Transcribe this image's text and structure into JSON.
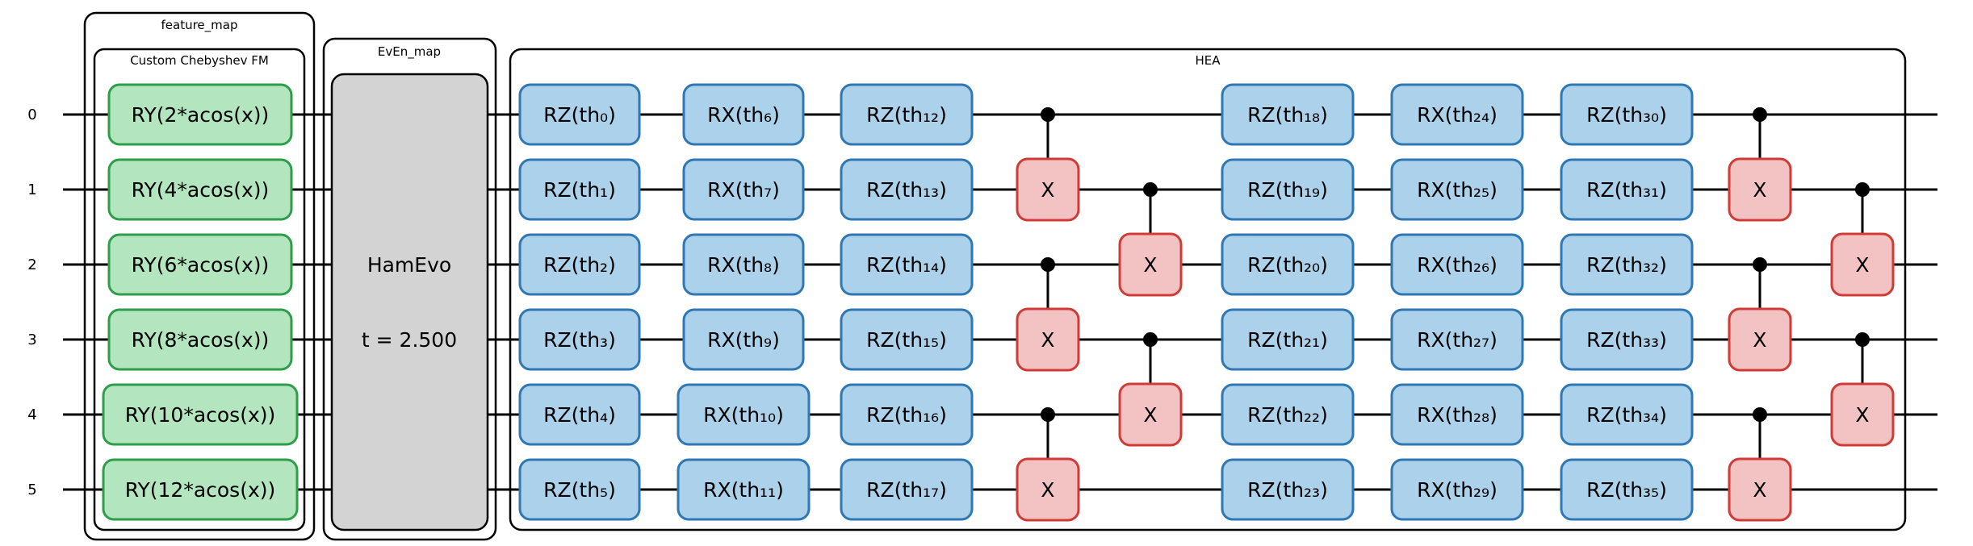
{
  "qubit_labels": [
    "0",
    "1",
    "2",
    "3",
    "4",
    "5"
  ],
  "blocks": {
    "feature_map": "feature_map",
    "custom_chebyshev": "Custom Chebyshev FM",
    "even_map": "EvEn_map",
    "hea": "HEA"
  },
  "feature_gates": [
    "RY(2*acos(x))",
    "RY(4*acos(x))",
    "RY(6*acos(x))",
    "RY(8*acos(x))",
    "RY(10*acos(x))",
    "RY(12*acos(x))"
  ],
  "hamevo": {
    "name": "HamEvo",
    "time": "t = 2.500"
  },
  "hea_rotations": [
    [
      "RZ(th₀)",
      "RZ(th₁)",
      "RZ(th₂)",
      "RZ(th₃)",
      "RZ(th₄)",
      "RZ(th₅)"
    ],
    [
      "RX(th₆)",
      "RX(th₇)",
      "RX(th₈)",
      "RX(th₉)",
      "RX(th₁₀)",
      "RX(th₁₁)"
    ],
    [
      "RZ(th₁₂)",
      "RZ(th₁₃)",
      "RZ(th₁₄)",
      "RZ(th₁₅)",
      "RZ(th₁₆)",
      "RZ(th₁₇)"
    ],
    [
      "RZ(th₁₈)",
      "RZ(th₁₉)",
      "RZ(th₂₀)",
      "RZ(th₂₁)",
      "RZ(th₂₂)",
      "RZ(th₂₃)"
    ],
    [
      "RX(th₂₄)",
      "RX(th₂₅)",
      "RX(th₂₆)",
      "RX(th₂₇)",
      "RX(th₂₈)",
      "RX(th₂₉)"
    ],
    [
      "RZ(th₃₀)",
      "RZ(th₃₁)",
      "RZ(th₃₂)",
      "RZ(th₃₃)",
      "RZ(th₃₄)",
      "RZ(th₃₅)"
    ]
  ],
  "cnot_label": "X",
  "cnots": [
    {
      "control": 0,
      "target": 1
    },
    {
      "control": 2,
      "target": 3
    },
    {
      "control": 4,
      "target": 5
    },
    {
      "control": 1,
      "target": 2
    },
    {
      "control": 3,
      "target": 4
    },
    {
      "control": 0,
      "target": 1
    },
    {
      "control": 2,
      "target": 3
    },
    {
      "control": 4,
      "target": 5
    },
    {
      "control": 1,
      "target": 2
    },
    {
      "control": 3,
      "target": 4
    }
  ],
  "colors": {
    "feature_fill": "#b3e6bf",
    "feature_stroke": "#2e9e4a",
    "rotation_fill": "#acd1ea",
    "rotation_stroke": "#2f78b4",
    "cnot_fill": "#f3c2c2",
    "cnot_stroke": "#d13b36",
    "hamevo_fill": "#d3d3d3"
  }
}
